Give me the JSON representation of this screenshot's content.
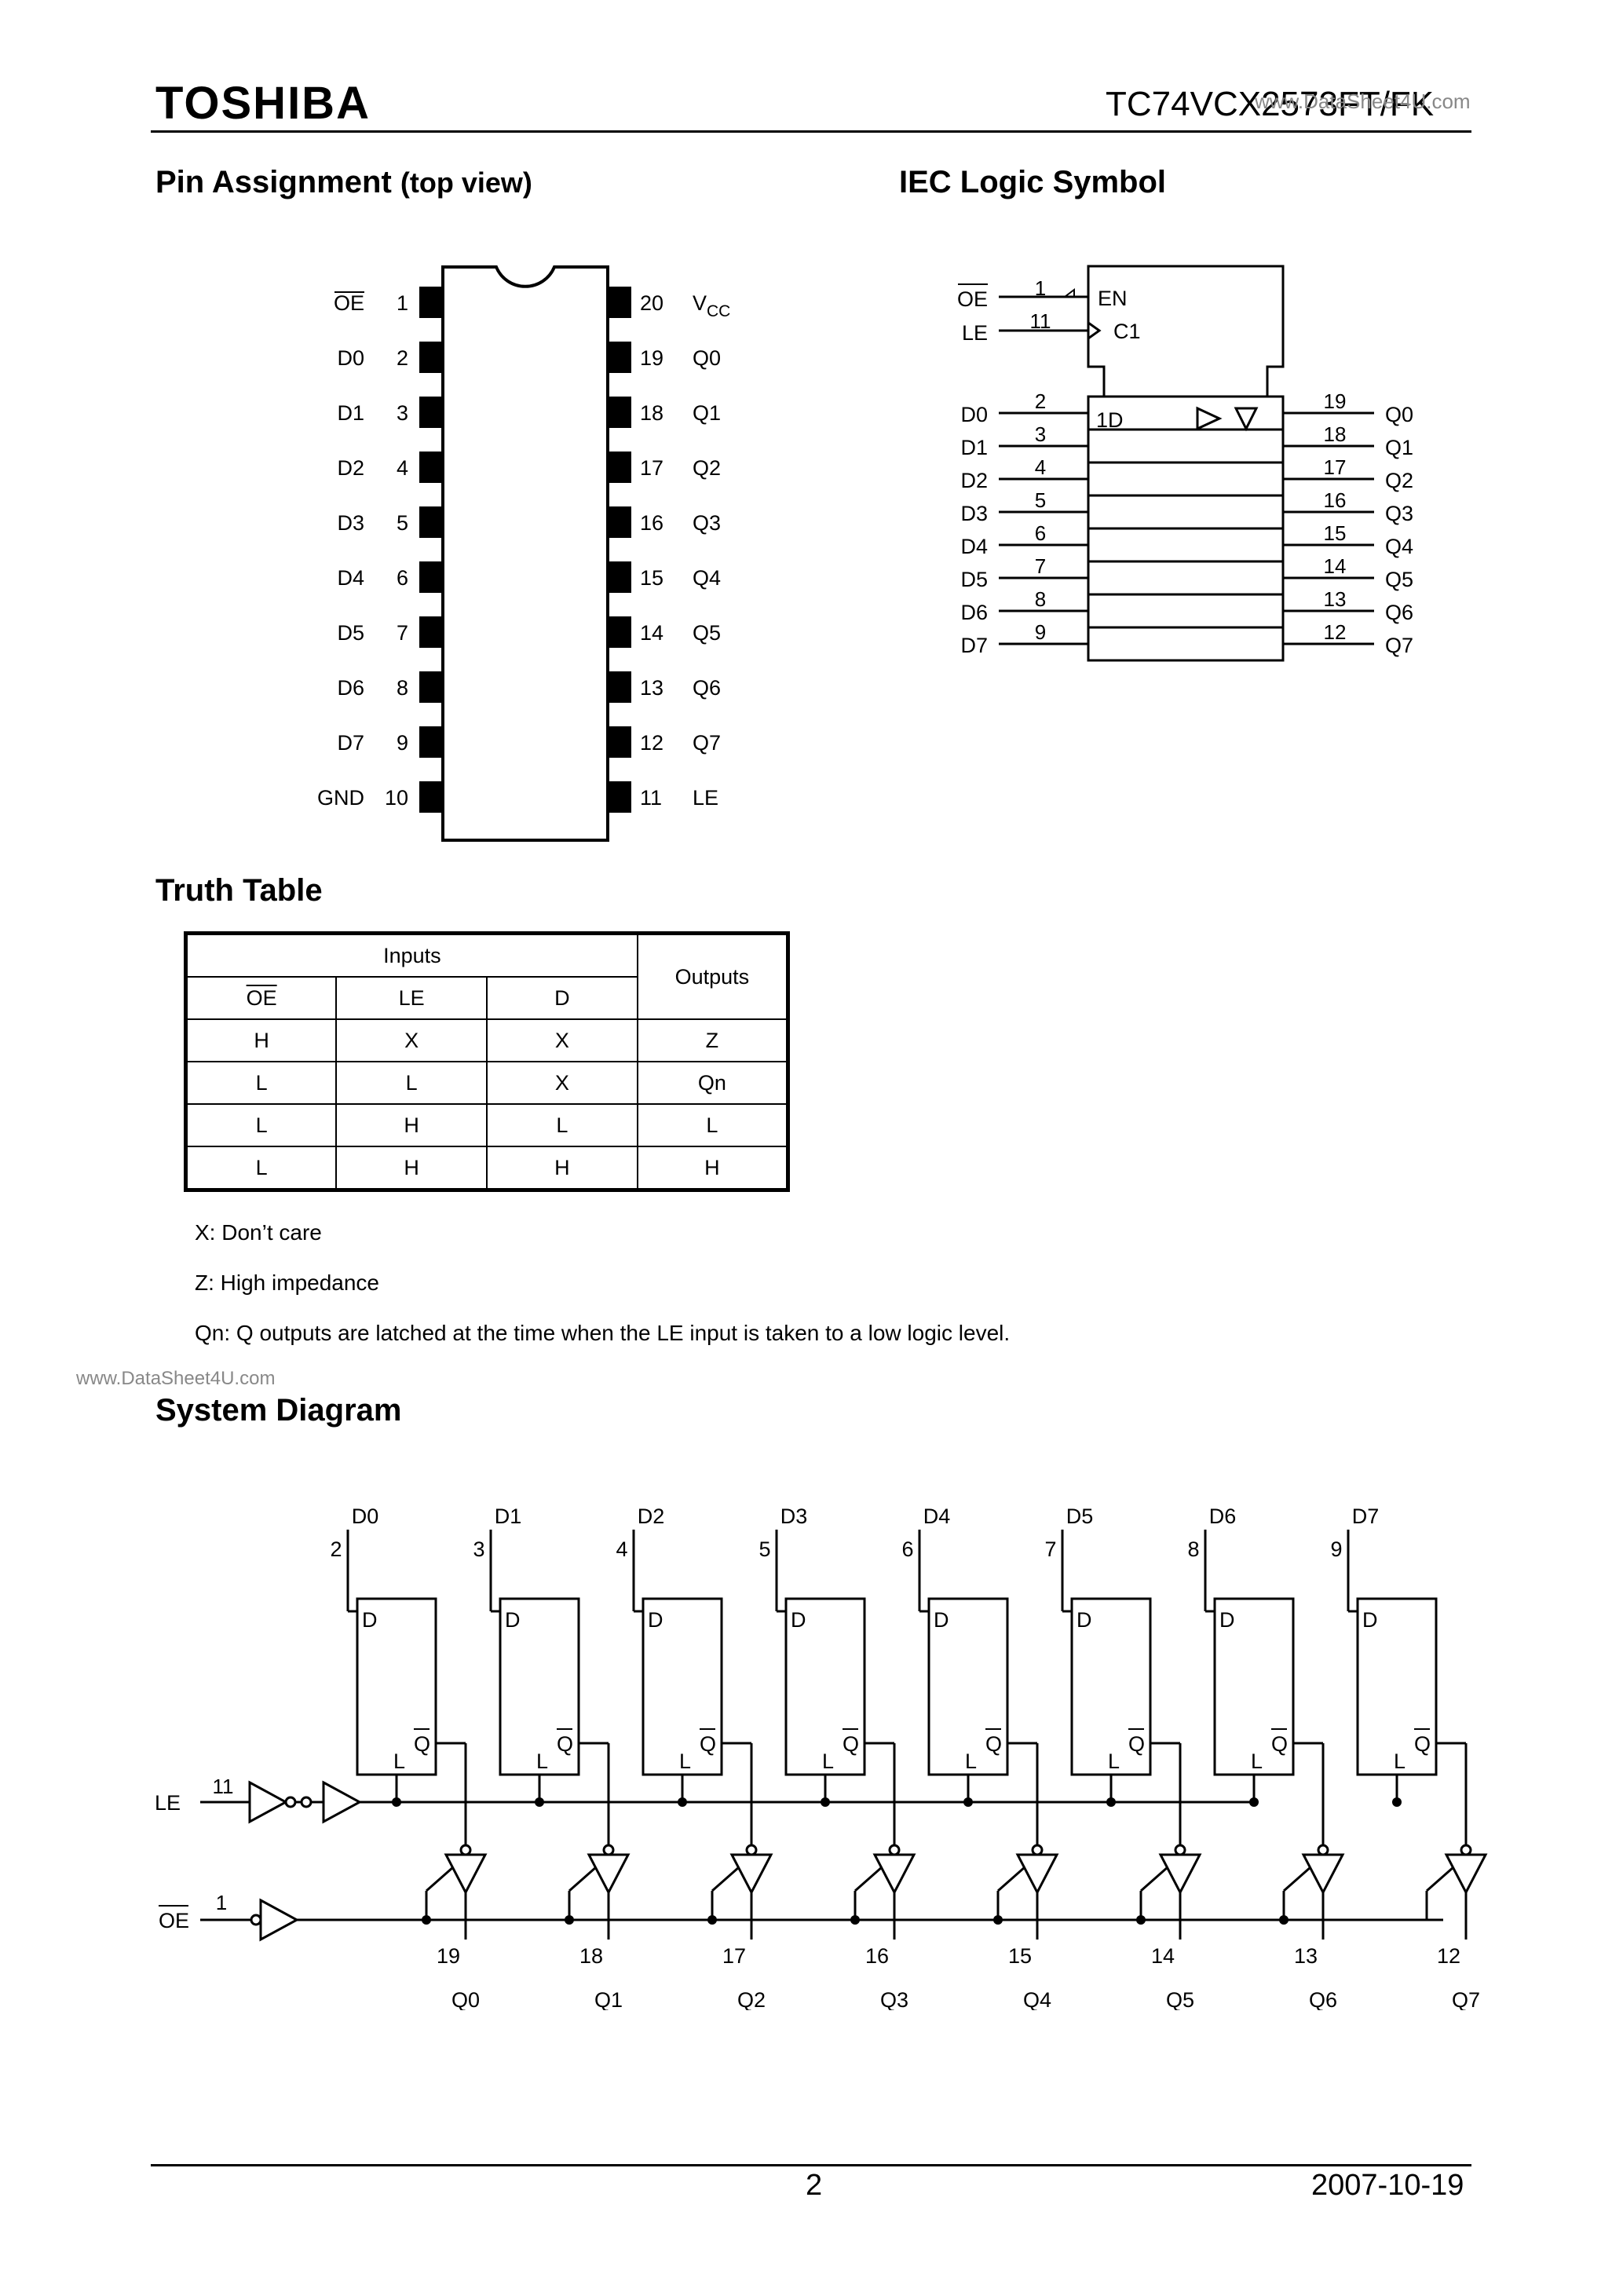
{
  "header": {
    "brand": "TOSHIBA",
    "part_number": "TC74VCX2573FT/FK",
    "watermark": "www.DataSheet4U.com"
  },
  "sections": {
    "pin_assignment": "Pin Assignment",
    "pin_assignment_sub": "(top view)",
    "iec_symbol": "IEC Logic Symbol",
    "truth_table": "Truth Table",
    "system_diagram": "System Diagram"
  },
  "pins_left": [
    {
      "name": "OE",
      "num": "1"
    },
    {
      "name": "D0",
      "num": "2"
    },
    {
      "name": "D1",
      "num": "3"
    },
    {
      "name": "D2",
      "num": "4"
    },
    {
      "name": "D3",
      "num": "5"
    },
    {
      "name": "D4",
      "num": "6"
    },
    {
      "name": "D5",
      "num": "7"
    },
    {
      "name": "D6",
      "num": "8"
    },
    {
      "name": "D7",
      "num": "9"
    },
    {
      "name": "GND",
      "num": "10"
    }
  ],
  "pins_right": [
    {
      "name": "VCC",
      "num": "20"
    },
    {
      "name": "Q0",
      "num": "19"
    },
    {
      "name": "Q1",
      "num": "18"
    },
    {
      "name": "Q2",
      "num": "17"
    },
    {
      "name": "Q3",
      "num": "16"
    },
    {
      "name": "Q4",
      "num": "15"
    },
    {
      "name": "Q5",
      "num": "14"
    },
    {
      "name": "Q6",
      "num": "13"
    },
    {
      "name": "Q7",
      "num": "12"
    },
    {
      "name": "LE",
      "num": "11"
    }
  ],
  "iec": {
    "oe": "OE",
    "oe_num": "1",
    "le": "LE",
    "le_num": "11",
    "en": "EN",
    "c1": "C1",
    "d1": "1D",
    "inputs": [
      {
        "name": "D0",
        "num": "2"
      },
      {
        "name": "D1",
        "num": "3"
      },
      {
        "name": "D2",
        "num": "4"
      },
      {
        "name": "D3",
        "num": "5"
      },
      {
        "name": "D4",
        "num": "6"
      },
      {
        "name": "D5",
        "num": "7"
      },
      {
        "name": "D6",
        "num": "8"
      },
      {
        "name": "D7",
        "num": "9"
      }
    ],
    "outputs": [
      {
        "name": "Q0",
        "num": "19"
      },
      {
        "name": "Q1",
        "num": "18"
      },
      {
        "name": "Q2",
        "num": "17"
      },
      {
        "name": "Q3",
        "num": "16"
      },
      {
        "name": "Q4",
        "num": "15"
      },
      {
        "name": "Q5",
        "num": "14"
      },
      {
        "name": "Q6",
        "num": "13"
      },
      {
        "name": "Q7",
        "num": "12"
      }
    ]
  },
  "truth_table": {
    "inputs_header": "Inputs",
    "outputs_header": "Outputs",
    "col_oe": "OE",
    "col_le": "LE",
    "col_d": "D",
    "rows": [
      [
        "H",
        "X",
        "X",
        "Z"
      ],
      [
        "L",
        "L",
        "X",
        "Qn"
      ],
      [
        "L",
        "H",
        "L",
        "L"
      ],
      [
        "L",
        "H",
        "H",
        "H"
      ]
    ]
  },
  "notes": {
    "x": "X: Don’t care",
    "z": "Z: High impedance",
    "qn": "Qn: Q outputs are latched at the time when the LE input is taken to a low logic level."
  },
  "watermark_mid": "www.DataSheet4U.com",
  "system": {
    "d_inputs": [
      {
        "name": "D0",
        "num": "2"
      },
      {
        "name": "D1",
        "num": "3"
      },
      {
        "name": "D2",
        "num": "4"
      },
      {
        "name": "D3",
        "num": "5"
      },
      {
        "name": "D4",
        "num": "6"
      },
      {
        "name": "D5",
        "num": "7"
      },
      {
        "name": "D6",
        "num": "8"
      },
      {
        "name": "D7",
        "num": "9"
      }
    ],
    "q_outputs": [
      {
        "name": "Q0",
        "num": "19"
      },
      {
        "name": "Q1",
        "num": "18"
      },
      {
        "name": "Q2",
        "num": "17"
      },
      {
        "name": "Q3",
        "num": "16"
      },
      {
        "name": "Q4",
        "num": "15"
      },
      {
        "name": "Q5",
        "num": "14"
      },
      {
        "name": "Q6",
        "num": "13"
      },
      {
        "name": "Q7",
        "num": "12"
      }
    ],
    "latch_d": "D",
    "latch_q": "Q",
    "latch_l": "L",
    "le": "LE",
    "le_num": "11",
    "oe": "OE",
    "oe_num": "1"
  },
  "footer": {
    "page": "2",
    "date": "2007-10-19"
  }
}
